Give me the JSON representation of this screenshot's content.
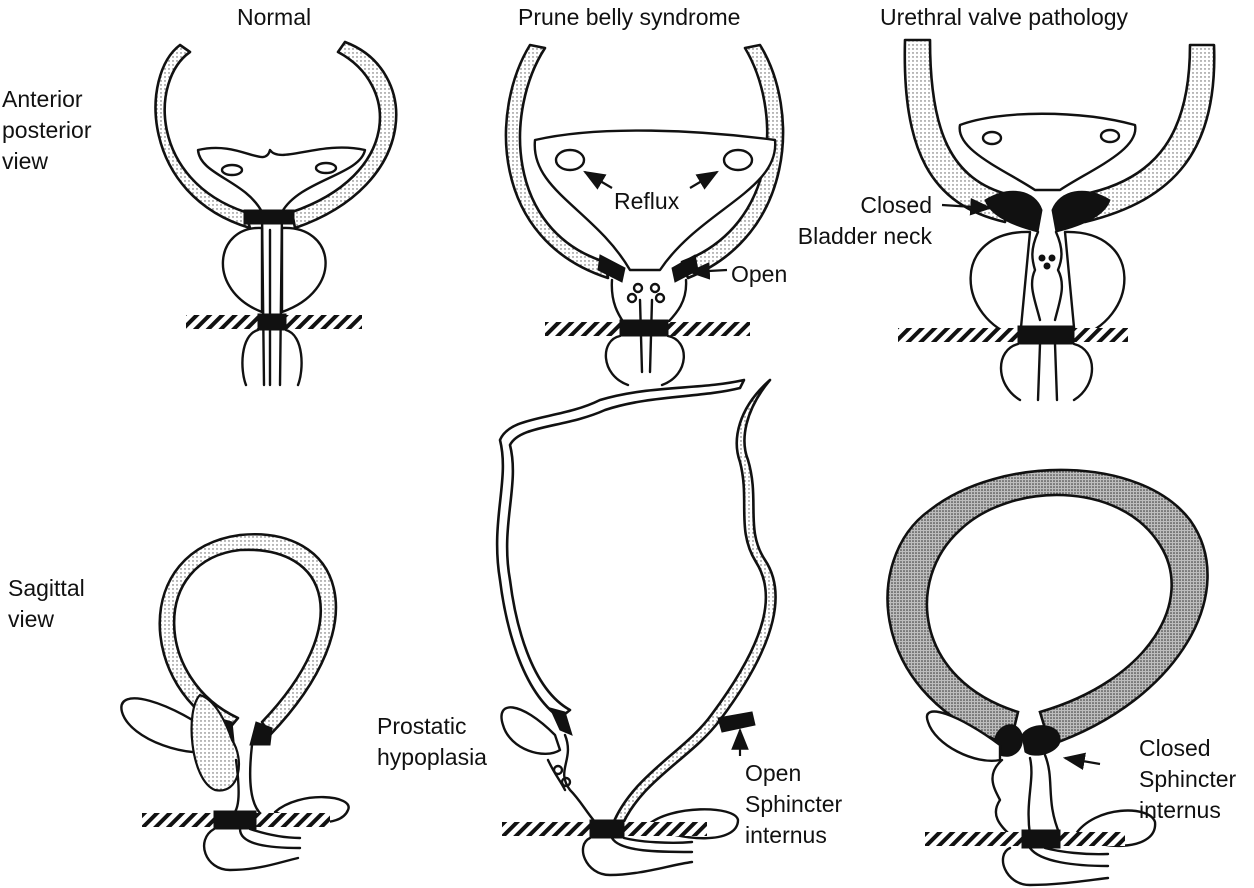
{
  "column_titles": {
    "normal": "Normal",
    "prune_belly": "Prune belly syndrome",
    "urethral_valve": "Urethral valve pathology"
  },
  "row_titles": {
    "anterior_posterior": [
      "Anterior",
      "posterior",
      "view"
    ],
    "sagittal": [
      "Sagittal",
      "view"
    ]
  },
  "annotations": {
    "reflux": "Reflux",
    "open": "Open",
    "closed_bladder_neck": [
      "Closed",
      "Bladder neck"
    ],
    "prostatic_hypoplasia": [
      "Prostatic",
      "hypoplasia"
    ],
    "open_sphincter_internus": [
      "Open",
      "Sphincter",
      "internus"
    ],
    "closed_sphincter_internus": [
      "Closed",
      "Sphincter",
      "internus"
    ]
  }
}
